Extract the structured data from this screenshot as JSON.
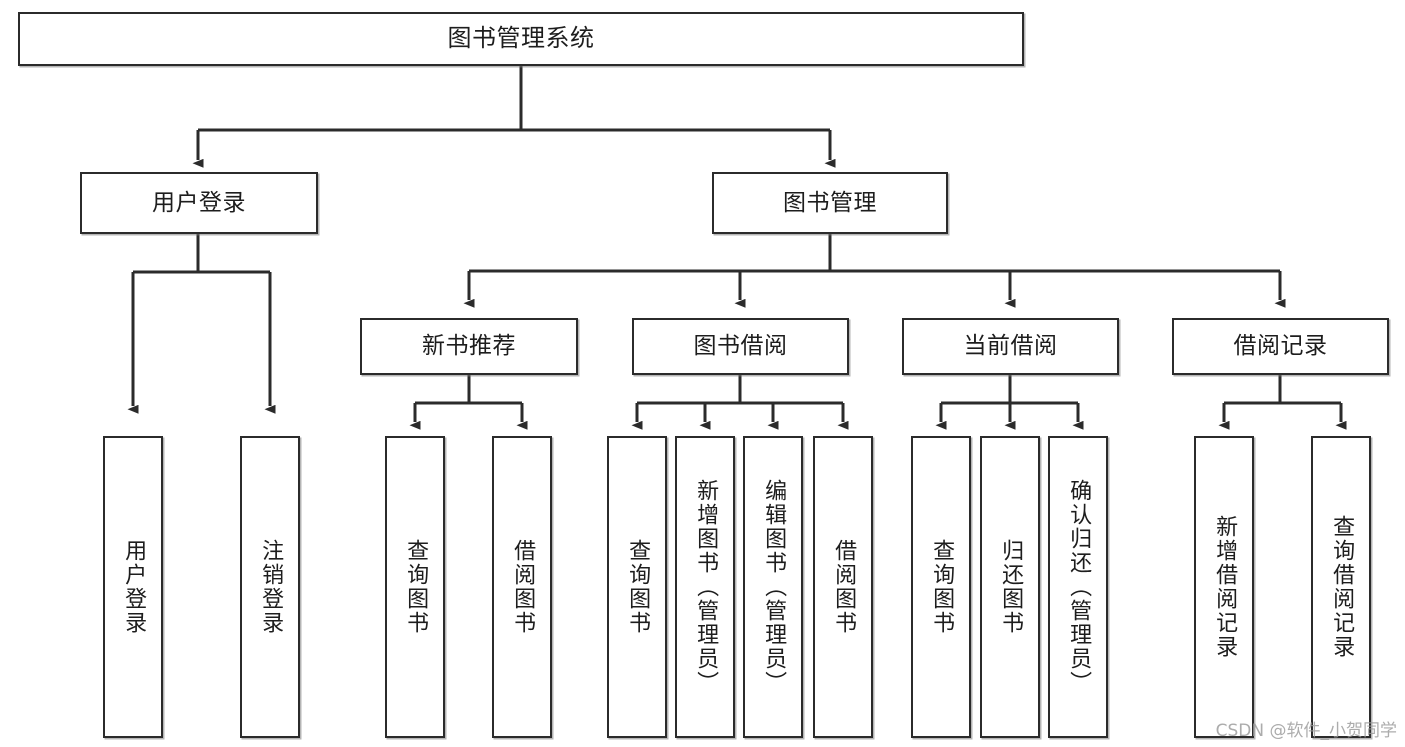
{
  "diagram": {
    "title": "图书管理系统",
    "type": "tree",
    "orientation": "top-down",
    "line_color": "#2b2b2b",
    "box_fill": "#ffffff",
    "background": "#ffffff"
  },
  "nodes": {
    "root": {
      "label": "图书管理系统"
    },
    "level2": [
      {
        "label": "用户登录"
      },
      {
        "label": "图书管理"
      }
    ],
    "level3": [
      {
        "label": "新书推荐"
      },
      {
        "label": "图书借阅"
      },
      {
        "label": "当前借阅"
      },
      {
        "label": "借阅记录"
      }
    ],
    "leaves": {
      "user_login": [
        {
          "label": "用户登录"
        },
        {
          "label": "注销登录"
        }
      ],
      "new_book_recommend": [
        {
          "label": "查询图书"
        },
        {
          "label": "借阅图书"
        }
      ],
      "book_borrow": [
        {
          "label": "查询图书"
        },
        {
          "label": "新增图书（管理员）"
        },
        {
          "label": "编辑图书（管理员）"
        },
        {
          "label": "借阅图书"
        }
      ],
      "current_borrow": [
        {
          "label": "查询图书"
        },
        {
          "label": "归还图书"
        },
        {
          "label": "确认归还（管理员）"
        }
      ],
      "borrow_record": [
        {
          "label": "新增借阅记录"
        },
        {
          "label": "查询借阅记录"
        }
      ]
    }
  },
  "watermark": {
    "text": "CSDN @软件_小贺同学"
  }
}
